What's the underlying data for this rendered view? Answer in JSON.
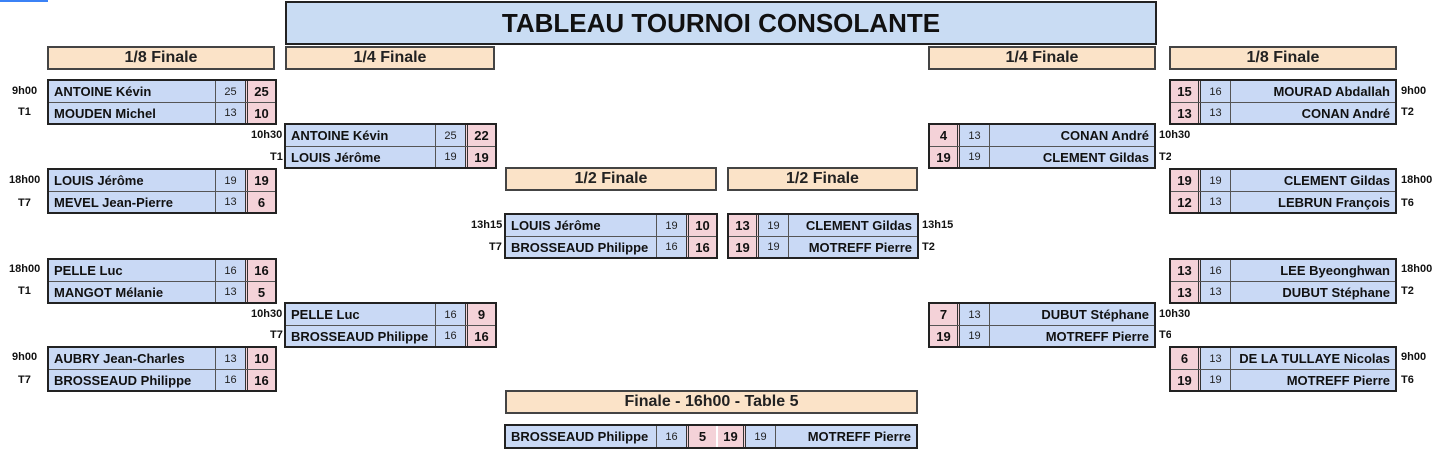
{
  "title": "TABLEAU TOURNOI CONSOLANTE",
  "headers": {
    "r16_left": "1/8 Finale",
    "qf_left": "1/4 Finale",
    "sf_left": "1/2 Finale",
    "sf_right": "1/2 Finale",
    "qf_right": "1/4 Finale",
    "r16_right": "1/8 Finale",
    "final": "Finale - 16h00 - Table 5"
  },
  "left_r16": [
    {
      "time": "9h00",
      "table": "T1",
      "p1": {
        "name": "ANTOINE Kévin",
        "hcp": "25",
        "score": "25"
      },
      "p2": {
        "name": "MOUDEN Michel",
        "hcp": "13",
        "score": "10"
      }
    },
    {
      "time": "18h00",
      "table": "T7",
      "p1": {
        "name": "LOUIS Jérôme",
        "hcp": "19",
        "score": "19"
      },
      "p2": {
        "name": "MEVEL Jean-Pierre",
        "hcp": "13",
        "score": "6"
      }
    },
    {
      "time": "18h00",
      "table": "T1",
      "p1": {
        "name": "PELLE Luc",
        "hcp": "16",
        "score": "16"
      },
      "p2": {
        "name": "MANGOT Mélanie",
        "hcp": "13",
        "score": "5"
      }
    },
    {
      "time": "9h00",
      "table": "T7",
      "p1": {
        "name": "AUBRY Jean-Charles",
        "hcp": "13",
        "score": "10"
      },
      "p2": {
        "name": "BROSSEAUD Philippe",
        "hcp": "16",
        "score": "16"
      }
    }
  ],
  "left_qf": [
    {
      "time": "10h30",
      "table": "T1",
      "p1": {
        "name": "ANTOINE Kévin",
        "hcp": "25",
        "score": "22"
      },
      "p2": {
        "name": "LOUIS Jérôme",
        "hcp": "19",
        "score": "19"
      }
    },
    {
      "time": "10h30",
      "table": "T7",
      "p1": {
        "name": "PELLE Luc",
        "hcp": "16",
        "score": "9"
      },
      "p2": {
        "name": "BROSSEAUD Philippe",
        "hcp": "16",
        "score": "16"
      }
    }
  ],
  "left_sf": {
    "time": "13h15",
    "table": "T7",
    "p1": {
      "name": "LOUIS Jérôme",
      "hcp": "19",
      "score": "10"
    },
    "p2": {
      "name": "BROSSEAUD Philippe",
      "hcp": "16",
      "score": "16"
    }
  },
  "right_sf": {
    "time": "13h15",
    "table": "T2",
    "p1": {
      "name": "CLEMENT Gildas",
      "hcp": "19",
      "score": "13"
    },
    "p2": {
      "name": "MOTREFF Pierre",
      "hcp": "19",
      "score": "19"
    }
  },
  "right_qf": [
    {
      "time": "10h30",
      "table": "T2",
      "p1": {
        "name": "CONAN André",
        "hcp": "13",
        "score": "4"
      },
      "p2": {
        "name": "CLEMENT Gildas",
        "hcp": "19",
        "score": "19"
      }
    },
    {
      "time": "10h30",
      "table": "T6",
      "p1": {
        "name": "DUBUT Stéphane",
        "hcp": "13",
        "score": "7"
      },
      "p2": {
        "name": "MOTREFF Pierre",
        "hcp": "19",
        "score": "19"
      }
    }
  ],
  "right_r16": [
    {
      "time": "9h00",
      "table": "T2",
      "p1": {
        "name": "MOURAD Abdallah",
        "hcp": "16",
        "score": "15"
      },
      "p2": {
        "name": "CONAN André",
        "hcp": "13",
        "score": "13"
      }
    },
    {
      "time": "18h00",
      "table": "T6",
      "p1": {
        "name": "CLEMENT Gildas",
        "hcp": "19",
        "score": "19"
      },
      "p2": {
        "name": "LEBRUN François",
        "hcp": "13",
        "score": "12"
      }
    },
    {
      "time": "18h00",
      "table": "T2",
      "p1": {
        "name": "LEE Byeonghwan",
        "hcp": "16",
        "score": "13"
      },
      "p2": {
        "name": "DUBUT Stéphane",
        "hcp": "13",
        "score": "13"
      }
    },
    {
      "time": "9h00",
      "table": "T6",
      "p1": {
        "name": "DE LA TULLAYE Nicolas",
        "hcp": "13",
        "score": "6"
      },
      "p2": {
        "name": "MOTREFF Pierre",
        "hcp": "19",
        "score": "19"
      }
    }
  ],
  "final": {
    "p1": {
      "name": "BROSSEAUD Philippe",
      "hcp": "16",
      "score": "5"
    },
    "p2": {
      "name": "MOTREFF Pierre",
      "hcp": "19",
      "score": "19"
    }
  }
}
